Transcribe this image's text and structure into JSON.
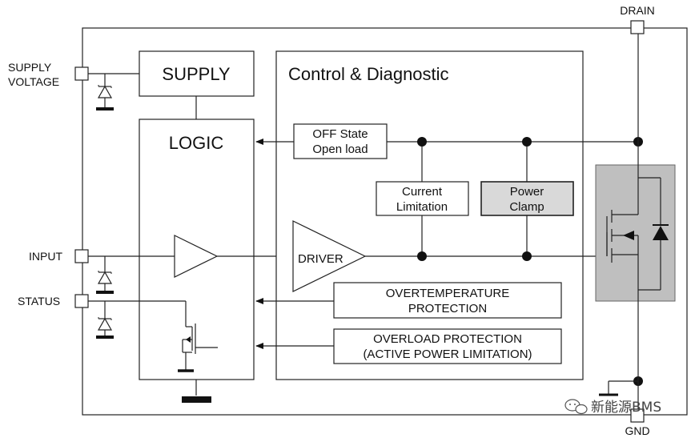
{
  "pins": {
    "drain": "DRAIN",
    "gnd": "GND",
    "supply_voltage_line1": "SUPPLY",
    "supply_voltage_line2": "VOLTAGE",
    "input": "INPUT",
    "status": "STATUS"
  },
  "blocks": {
    "supply": "SUPPLY",
    "logic": "LOGIC",
    "control_diagnostic": "Control & Diagnostic",
    "off_state_line1": "OFF State",
    "off_state_line2": "Open load",
    "current_limitation_line1": "Current",
    "current_limitation_line2": "Limitation",
    "power_clamp_line1": "Power",
    "power_clamp_line2": "Clamp",
    "driver": "DRIVER",
    "overtemperature_line1": "OVERTEMPERATURE",
    "overtemperature_line2": "PROTECTION",
    "overload_line1": "OVERLOAD PROTECTION",
    "overload_line2": "(ACTIVE POWER LIMITATION)"
  },
  "watermark": {
    "text": "新能源BMS",
    "icon": "wechat-icon"
  },
  "colors": {
    "power_clamp_fill": "#d9d9d9",
    "mosfet_area_fill": "#bfbfbf"
  }
}
